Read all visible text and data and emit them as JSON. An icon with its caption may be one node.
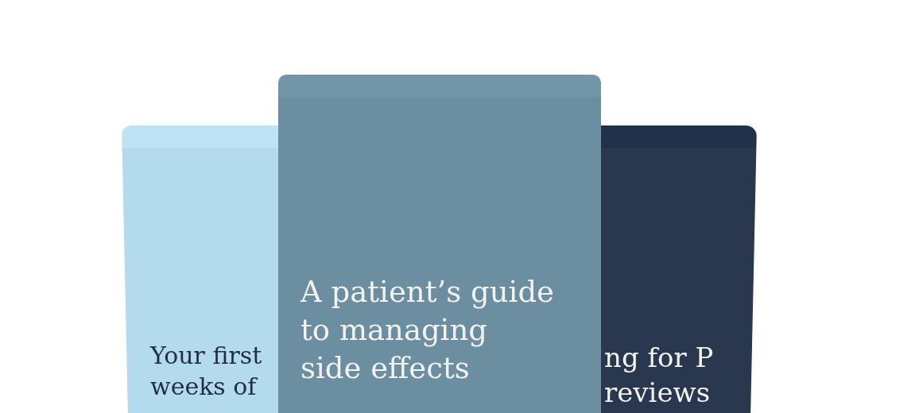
{
  "diagram": {
    "nodes": [
      {
        "text": [
          "Your first weeks of"
        ]
      },
      {
        "text": [
          "A patient’s guide to managing side effects"
        ]
      },
      {
        "text": [
          "ng for P reviews"
        ]
      }
    ]
  }
}
